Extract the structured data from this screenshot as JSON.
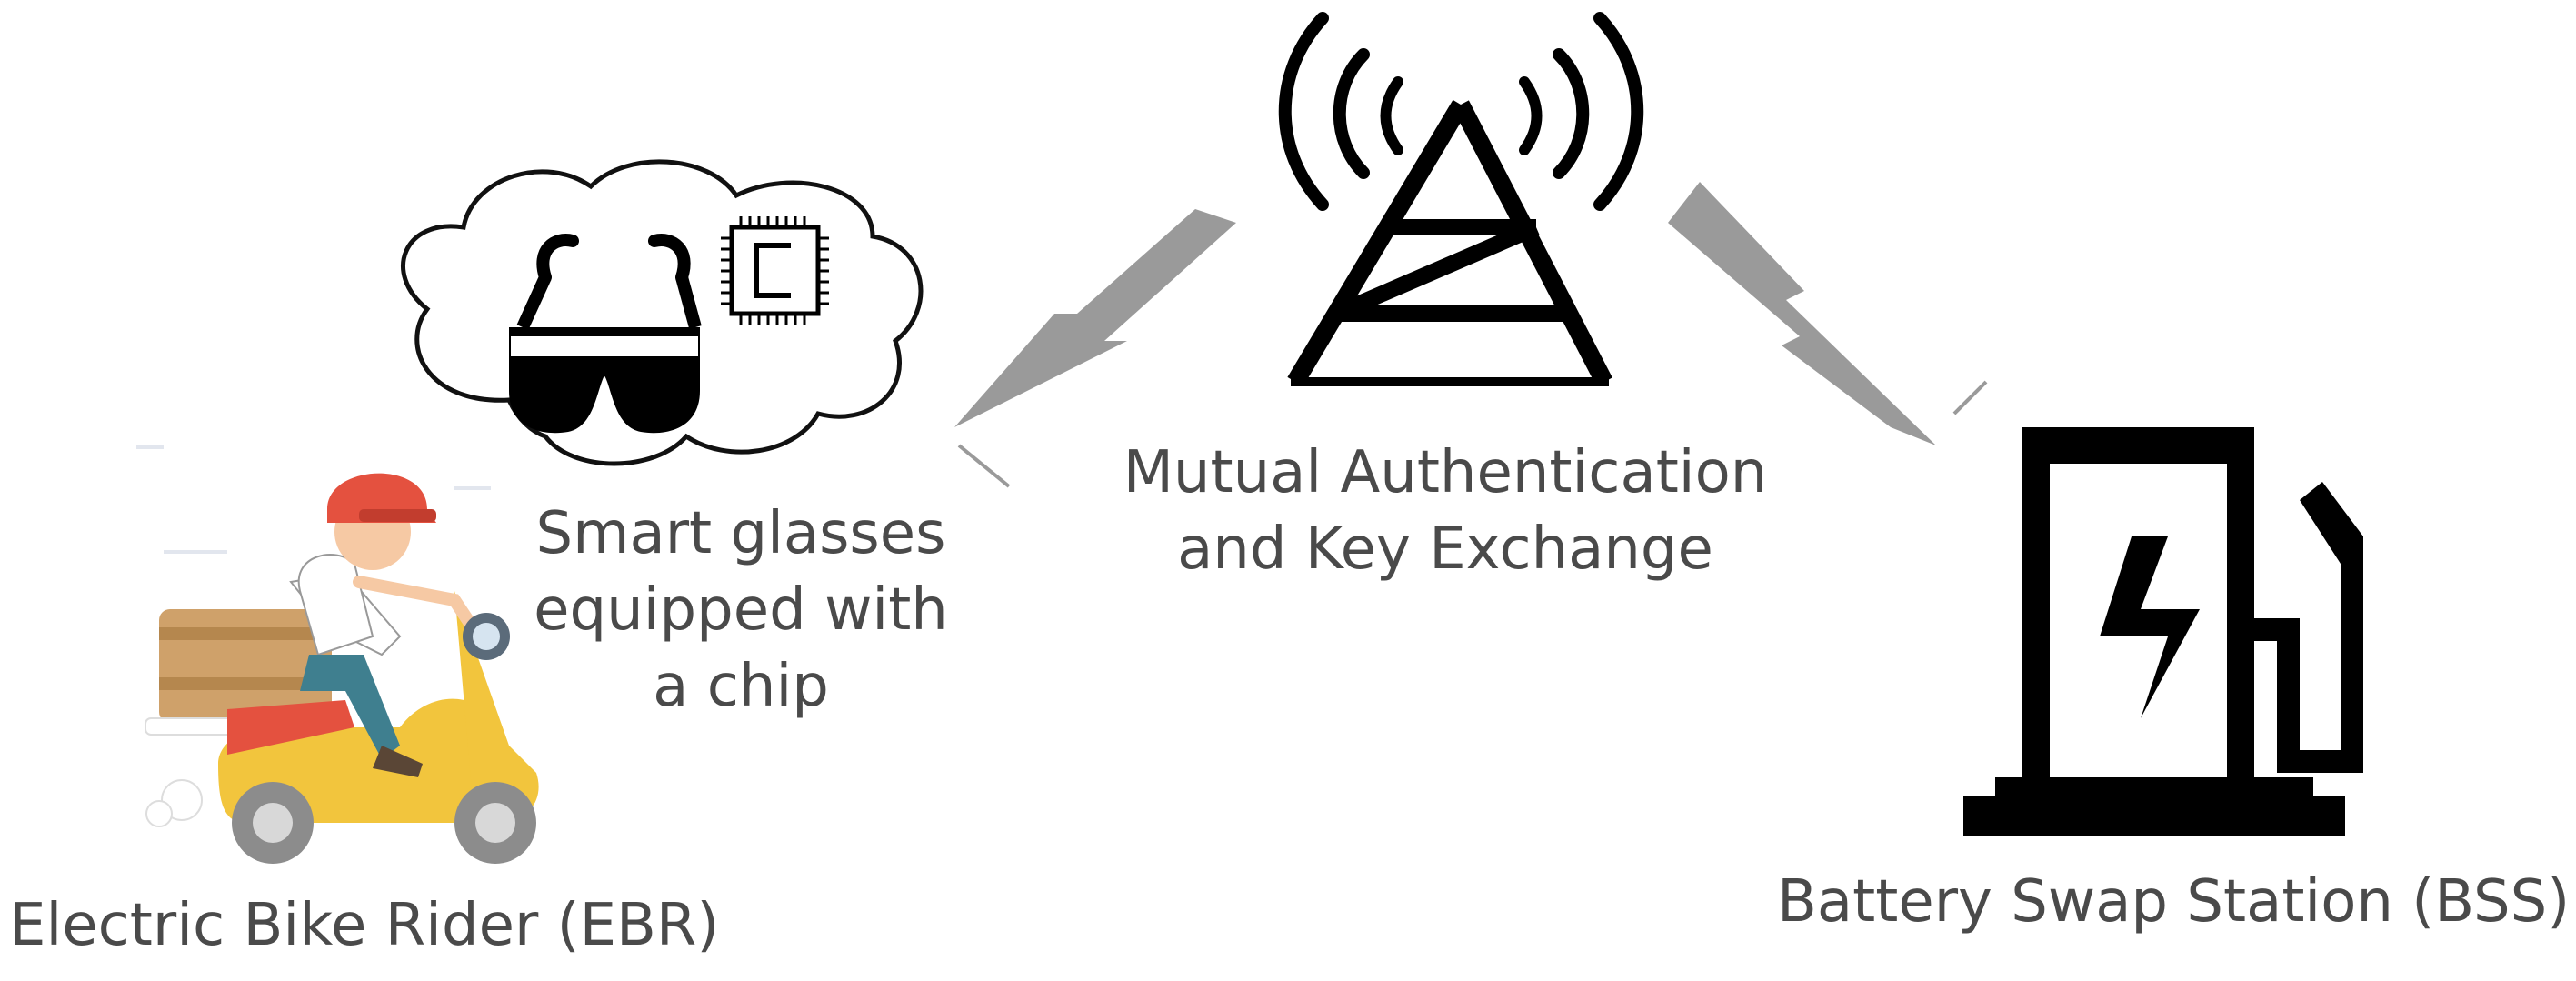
{
  "labels": {
    "glasses_line1": "Smart glasses",
    "glasses_line2": "equipped with",
    "glasses_line3": "a chip",
    "auth_line1": "Mutual Authentication",
    "auth_line2": "and Key Exchange",
    "ebr": "Electric Bike Rider (EBR)",
    "bss": "Battery Swap Station (BSS)"
  },
  "colors": {
    "icon": "#000000",
    "bolt": "#9a9a9a",
    "text": "#4a4a4a",
    "helmet": "#e4513f",
    "scooter": "#f2c53d",
    "crate": "#cfa16a",
    "shirt": "#ffffff",
    "pants": "#3f7f8f"
  },
  "icons": [
    "cloud-icon",
    "smart-glasses-icon",
    "chip-icon",
    "antenna-tower-icon",
    "lightning-bolt-icon",
    "charging-station-icon",
    "scooter-rider-icon"
  ]
}
